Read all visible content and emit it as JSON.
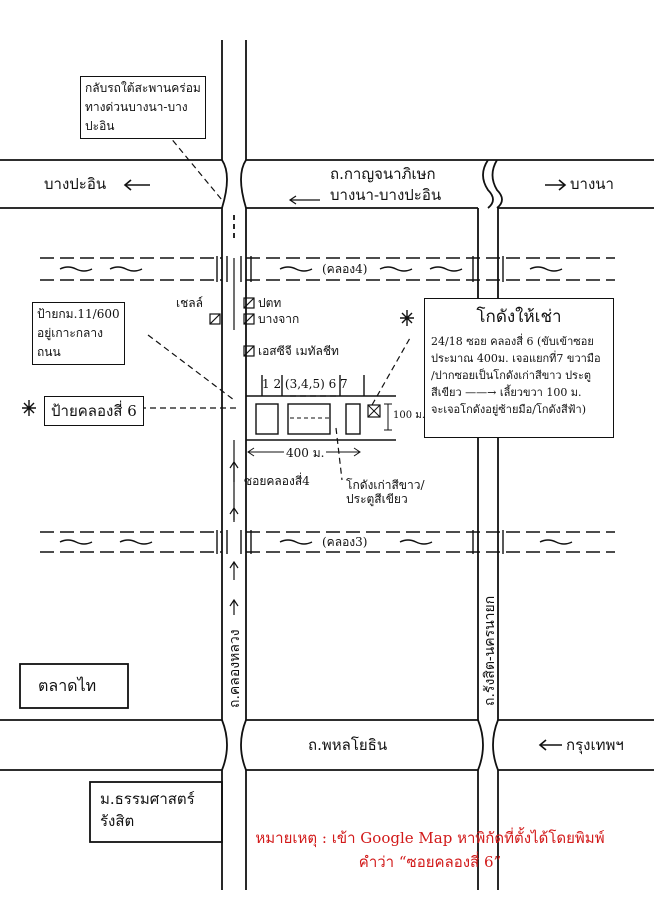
{
  "colors": {
    "line": "#111111",
    "note": "#d21a1a",
    "background": "#ffffff"
  },
  "labels": {
    "u_turn_note": [
      "กลับรถใต้สะพานคร่อม",
      "ทางด่วนบางนา-บาง",
      "ปะอิน"
    ],
    "west_dir": "บางปะอิน",
    "east_dir": "บางนา",
    "road_kanchana": [
      "ถ.กาญจนาภิเษก",
      "บางนา-บางปะอิน"
    ],
    "canal4": "(คลอง4)",
    "canal3": "(คลอง3)",
    "shell": "เชลล์",
    "ptt": "ปตท",
    "bangchak": "บางจาก",
    "scg": "เอสซีจี เมทัลชีท",
    "km_sign": [
      "ป้ายกม.11/600",
      "อยู่เกาะกลาง",
      "ถนน"
    ],
    "sign_khlong6": "ป้ายคลองสี่ 6",
    "soi_numbers": "1   2 (3,4,5) 6    7",
    "dist_400": "400 ม.",
    "dist_100": "100 ม.",
    "soi_khlongsi4": "ซอยคลองสี่4",
    "warehouse_white": [
      "โกดังเก่าสีขาว/",
      "ประตูสีเขียว"
    ],
    "road_khlongluang": "ถ.คลองหลวง",
    "road_rangsit": "ถ.รังสิต-นครนายก",
    "talad_thai": "ตลาดไท",
    "road_phahon": "ถ.พหลโยธิน",
    "krungthep_dir": "กรุงเทพฯ",
    "thammasat": [
      "ม.ธรรมศาสตร์",
      "รังสิต"
    ]
  },
  "rental": {
    "title": "โกดังให้เช่า",
    "lines": [
      "24/18 ซอย คลองสี่ 6 (ขับเข้าซอย",
      "ประมาณ 400ม. เจอแยกที่7 ขวามือ",
      "/ปากซอยเป็นโกดังเก่าสีขาว ประตู",
      "สีเขียว  ——→  เลี้ยวขวา 100 ม.",
      "จะเจอโกดังอยู่ซ้ายมือ/โกดังสีฟ้า)"
    ]
  },
  "note": [
    "หมายเหตุ : เข้า Google Map  หาพิกัดที่ตั้งได้โดยพิมพ์",
    "คำว่า “ซอยคลองสี่ 6”"
  ]
}
